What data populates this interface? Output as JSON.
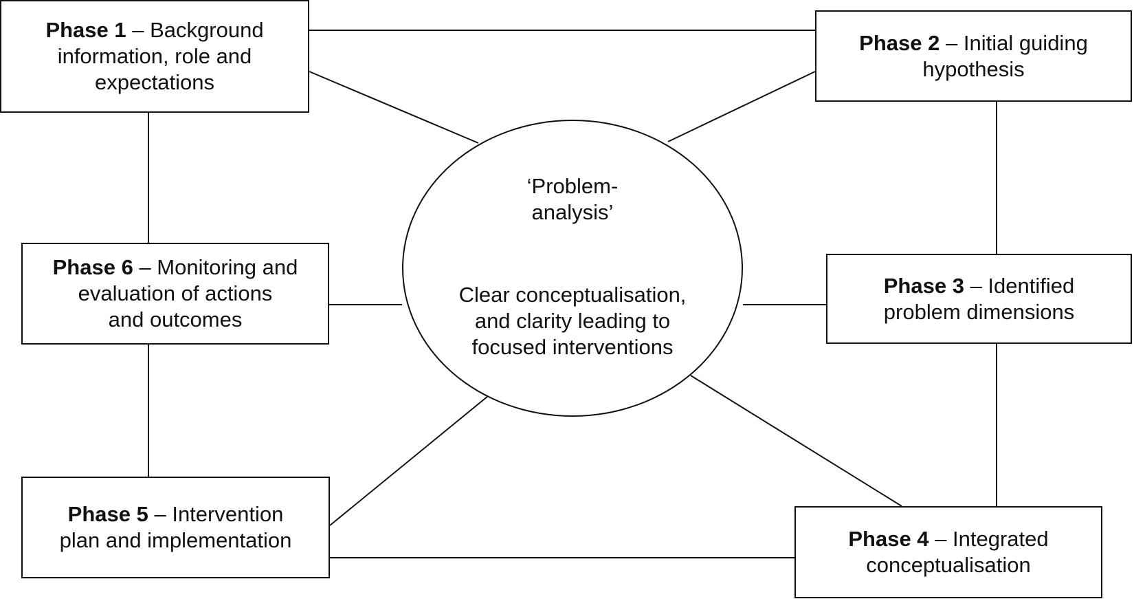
{
  "phases": [
    {
      "id": "phase-1",
      "label": "Phase 1",
      "separator": " – ",
      "text_lines": [
        "Background",
        "information, role and",
        "expectations"
      ]
    },
    {
      "id": "phase-2",
      "label": "Phase 2",
      "separator": " – ",
      "text_lines": [
        "Initial guiding",
        "hypothesis"
      ]
    },
    {
      "id": "phase-3",
      "label": "Phase 3",
      "separator": " – ",
      "text_lines": [
        "Identified",
        "problem dimensions"
      ]
    },
    {
      "id": "phase-4",
      "label": "Phase 4",
      "separator": " – ",
      "text_lines": [
        "Integrated",
        "conceptualisation"
      ]
    },
    {
      "id": "phase-5",
      "label": "Phase 5",
      "separator": " – ",
      "text_lines": [
        "Intervention",
        "plan and implementation"
      ]
    },
    {
      "id": "phase-6",
      "label": "Phase 6",
      "separator": " – ",
      "text_lines": [
        "Monitoring and",
        "evaluation of actions",
        "and outcomes"
      ]
    }
  ],
  "center": {
    "title_lines": [
      "‘Problem-",
      "analysis’"
    ],
    "subtitle_lines": [
      "Clear conceptualisation,",
      "and clarity leading to",
      "focused interventions"
    ]
  },
  "colors": {
    "stroke": "#111111",
    "background": "#ffffff",
    "text": "#111111"
  }
}
